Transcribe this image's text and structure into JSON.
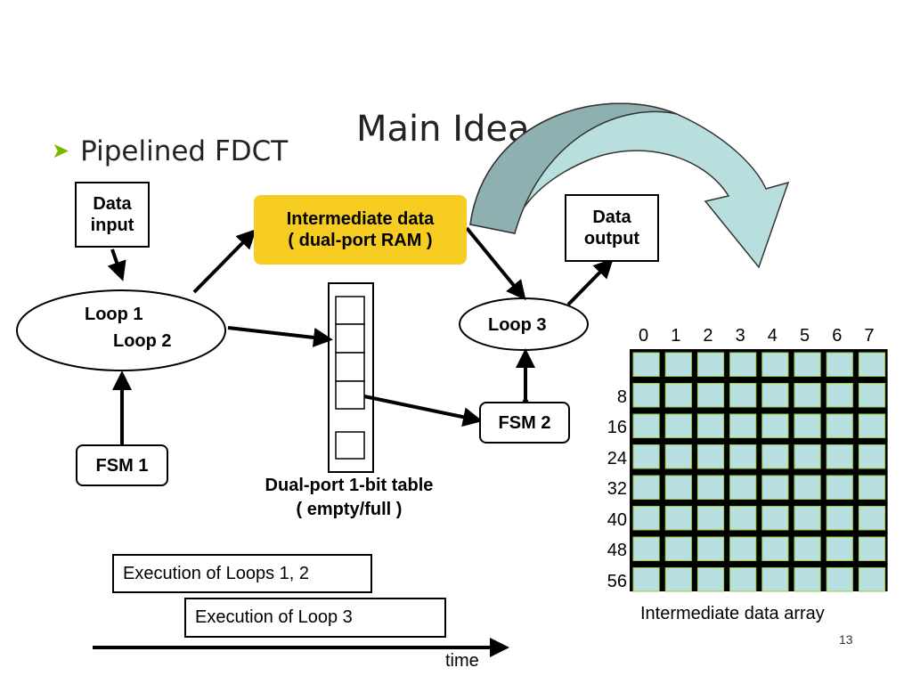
{
  "slide": {
    "title": "Main Idea",
    "bullet": "Pipelined FDCT",
    "page_number": "13"
  },
  "diagram": {
    "data_input": "Data input",
    "intermediate_line1": "Intermediate data",
    "intermediate_line2": "( dual-port RAM )",
    "data_output": "Data output",
    "loop1": "Loop 1",
    "loop2": "Loop 2",
    "loop3": "Loop 3",
    "fsm1": "FSM 1",
    "fsm2": "FSM 2",
    "table_line1": "Dual-port 1-bit table",
    "table_line2": "( empty/full )",
    "highlight_color": "#f5cc1f"
  },
  "timeline": {
    "exec12": "Execution of Loops 1, 2",
    "exec3": "Execution of Loop 3",
    "axis_label": "time"
  },
  "array": {
    "col_labels": [
      "0",
      "1",
      "2",
      "3",
      "4",
      "5",
      "6",
      "7"
    ],
    "row_labels": [
      "",
      "8",
      "16",
      "24",
      "32",
      "40",
      "48",
      "56"
    ],
    "caption": "Intermediate data array",
    "cell_color": "#b8e0e0",
    "accent_color": "#9ccc3c"
  },
  "big_arrow_color": "#b8dede"
}
